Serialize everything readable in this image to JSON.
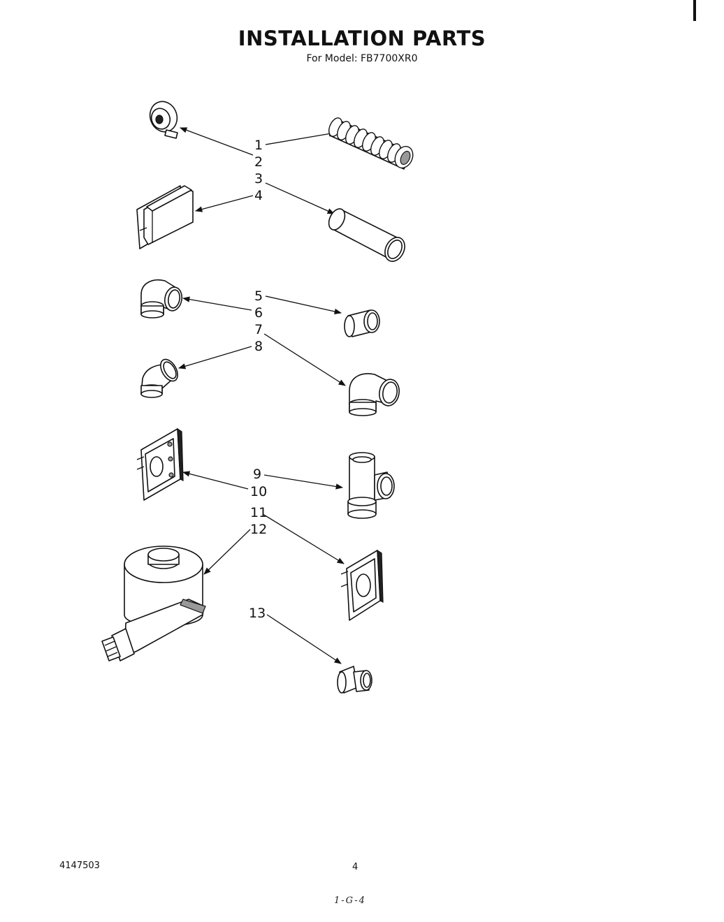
{
  "header": {
    "title": "INSTALLATION PARTS",
    "model_line": "For Model: FB7700XR0"
  },
  "footer": {
    "doc_number": "4147503",
    "page_number": "4",
    "handwritten_code": "1-G-4"
  },
  "callouts": [
    "1",
    "2",
    "3",
    "4",
    "5",
    "6",
    "7",
    "8",
    "9",
    "10",
    "11",
    "12",
    "13"
  ],
  "parts": [
    {
      "callouts": [
        "1",
        "2"
      ],
      "left_part": "vent-clamp",
      "right_part": "flexible-duct"
    },
    {
      "callouts": [
        "3",
        "4"
      ],
      "left_part": "exhaust-hood",
      "right_part": "rigid-duct"
    },
    {
      "callouts": [
        "5",
        "6"
      ],
      "left_part": "elbow",
      "right_part": "coupling"
    },
    {
      "callouts": [
        "7",
        "8"
      ],
      "left_part": "45-degree-elbow",
      "right_part": "elbow"
    },
    {
      "callouts": [
        "9",
        "10"
      ],
      "left_part": "mounting-plate",
      "right_part": "tee"
    },
    {
      "callouts": [
        "11",
        "12"
      ],
      "left_part": "cement-and-tape-kit",
      "right_part": "mounting-plate"
    },
    {
      "callouts": [
        "13"
      ],
      "right_part": "reducer"
    }
  ]
}
